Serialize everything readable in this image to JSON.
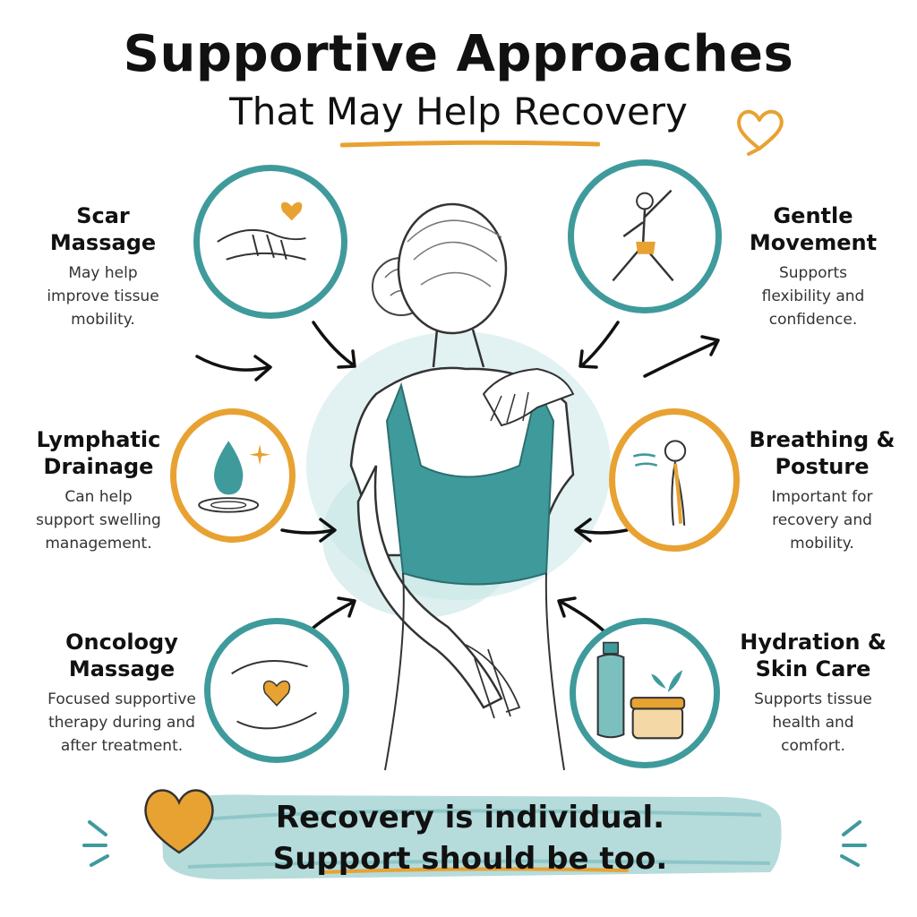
{
  "header": {
    "title": "Supportive Approaches",
    "subtitle": "That May Help Recovery"
  },
  "approaches": [
    {
      "name": "Scar\nMassage",
      "description": "May help\nimprove tissue\nmobility.",
      "icon": "hands-massage-icon"
    },
    {
      "name": "Gentle\nMovement",
      "description": "Supports\nflexibility and\nconfidence.",
      "icon": "stretching-figure-icon"
    },
    {
      "name": "Lymphatic\nDrainage",
      "description": "Can help\nsupport swelling\nmanagement.",
      "icon": "water-drop-icon"
    },
    {
      "name": "Breathing &\nPosture",
      "description": "Important for\nrecovery and\nmobility.",
      "icon": "breathing-figure-icon"
    },
    {
      "name": "Oncology\nMassage",
      "description": "Focused supportive\ntherapy during and\nafter treatment.",
      "icon": "caring-hands-heart-icon"
    },
    {
      "name": "Hydration &\nSkin Care",
      "description": "Supports tissue\nhealth and\ncomfort.",
      "icon": "bottle-and-jar-icon"
    }
  ],
  "banner": {
    "line1": "Recovery is individual.",
    "line2": "Support should be too."
  },
  "colors": {
    "teal": "#3f9a9c",
    "orange": "#e8a232",
    "text": "#111111"
  }
}
